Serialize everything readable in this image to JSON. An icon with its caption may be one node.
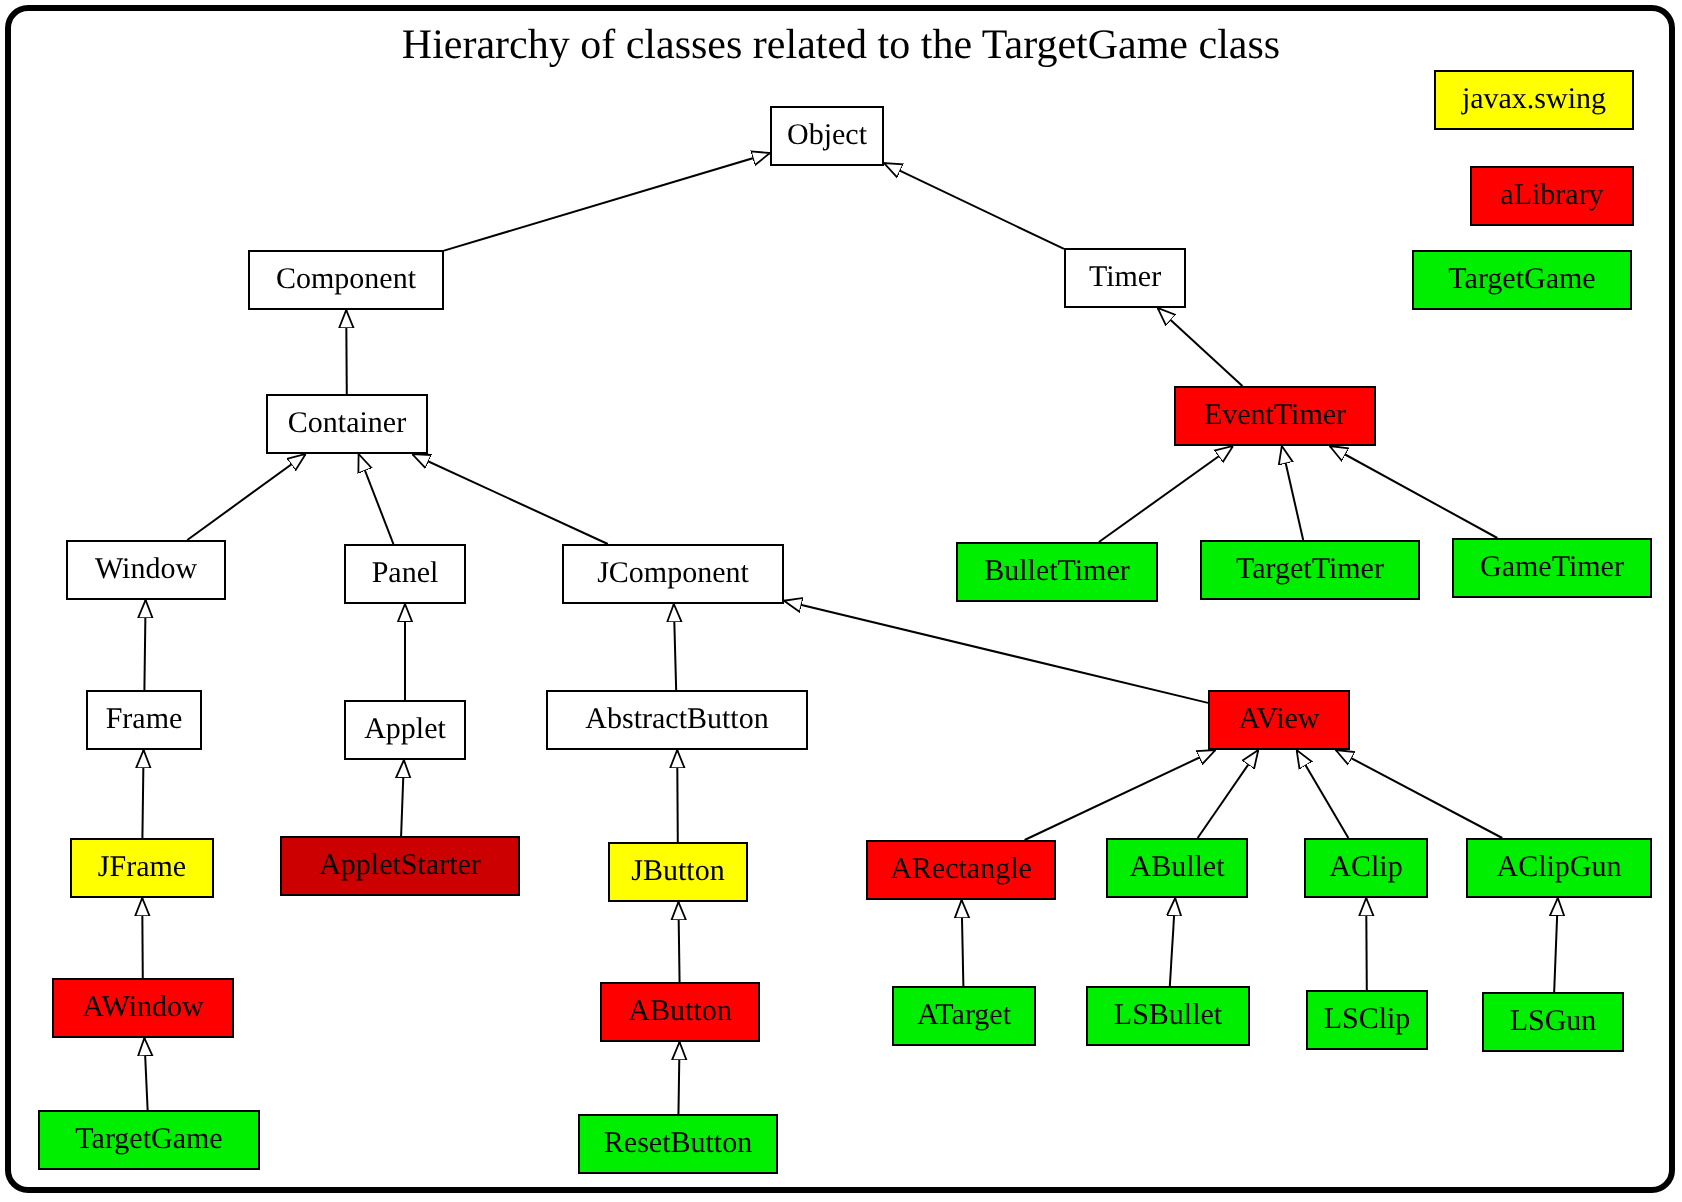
{
  "diagram": {
    "title": "Hierarchy of classes related to the TargetGame class",
    "nodes": [
      {
        "text": [
          "Object"
        ]
      },
      {
        "text": [
          "Component"
        ]
      },
      {
        "text": [
          "Timer"
        ]
      },
      {
        "text": [
          "Container"
        ]
      },
      {
        "text": [
          "EventTimer"
        ]
      },
      {
        "text": [
          "Window"
        ]
      },
      {
        "text": [
          "Panel"
        ]
      },
      {
        "text": [
          "JComponent"
        ]
      },
      {
        "text": [
          "BulletTimer"
        ]
      },
      {
        "text": [
          "TargetTimer"
        ]
      },
      {
        "text": [
          "GameTimer"
        ]
      },
      {
        "text": [
          "Frame"
        ]
      },
      {
        "text": [
          "Applet"
        ]
      },
      {
        "text": [
          "AbstractButton"
        ]
      },
      {
        "text": [
          "AView"
        ]
      },
      {
        "text": [
          "JFrame"
        ]
      },
      {
        "text": [
          "AppletStarter"
        ]
      },
      {
        "text": [
          "JButton"
        ]
      },
      {
        "text": [
          "ARectangle"
        ]
      },
      {
        "text": [
          "ABullet"
        ]
      },
      {
        "text": [
          "AClip"
        ]
      },
      {
        "text": [
          "AClipGun"
        ]
      },
      {
        "text": [
          "AWindow"
        ]
      },
      {
        "text": [
          "AButton"
        ]
      },
      {
        "text": [
          "ATarget"
        ]
      },
      {
        "text": [
          "LSBullet"
        ]
      },
      {
        "text": [
          "LSClip"
        ]
      },
      {
        "text": [
          "LSGun"
        ]
      },
      {
        "text": [
          "TargetGame"
        ]
      },
      {
        "text": [
          "ResetButton"
        ]
      }
    ],
    "edges": [
      {
        "from": 1,
        "to": 0,
        "arrow": "to"
      },
      {
        "from": 2,
        "to": 0,
        "arrow": "to"
      },
      {
        "from": 3,
        "to": 1,
        "arrow": "to"
      },
      {
        "from": 4,
        "to": 2,
        "arrow": "to"
      },
      {
        "from": 5,
        "to": 3,
        "arrow": "to"
      },
      {
        "from": 6,
        "to": 3,
        "arrow": "to"
      },
      {
        "from": 7,
        "to": 3,
        "arrow": "to"
      },
      {
        "from": 8,
        "to": 4,
        "arrow": "to"
      },
      {
        "from": 9,
        "to": 4,
        "arrow": "to"
      },
      {
        "from": 10,
        "to": 4,
        "arrow": "to"
      },
      {
        "from": 11,
        "to": 5,
        "arrow": "to"
      },
      {
        "from": 12,
        "to": 6,
        "arrow": "to"
      },
      {
        "from": 13,
        "to": 7,
        "arrow": "to"
      },
      {
        "from": 14,
        "to": 7,
        "arrow": "to"
      },
      {
        "from": 15,
        "to": 11,
        "arrow": "to"
      },
      {
        "from": 16,
        "to": 12,
        "arrow": "to"
      },
      {
        "from": 17,
        "to": 13,
        "arrow": "to"
      },
      {
        "from": 18,
        "to": 14,
        "arrow": "to"
      },
      {
        "from": 19,
        "to": 14,
        "arrow": "to"
      },
      {
        "from": 20,
        "to": 14,
        "arrow": "to"
      },
      {
        "from": 21,
        "to": 14,
        "arrow": "to"
      },
      {
        "from": 22,
        "to": 15,
        "arrow": "to"
      },
      {
        "from": 23,
        "to": 17,
        "arrow": "to"
      },
      {
        "from": 24,
        "to": 18,
        "arrow": "to"
      },
      {
        "from": 25,
        "to": 19,
        "arrow": "to"
      },
      {
        "from": 26,
        "to": 20,
        "arrow": "to"
      },
      {
        "from": 27,
        "to": 21,
        "arrow": "to"
      },
      {
        "from": 28,
        "to": 22,
        "arrow": "to"
      },
      {
        "from": 29,
        "to": 23,
        "arrow": "to"
      }
    ],
    "legend": [
      {
        "text": "javax.swing",
        "color": "#ffff00"
      },
      {
        "text": "aLibrary",
        "color": "#ff0000"
      },
      {
        "text": "TargetGame",
        "color": "#00ee00"
      }
    ]
  }
}
